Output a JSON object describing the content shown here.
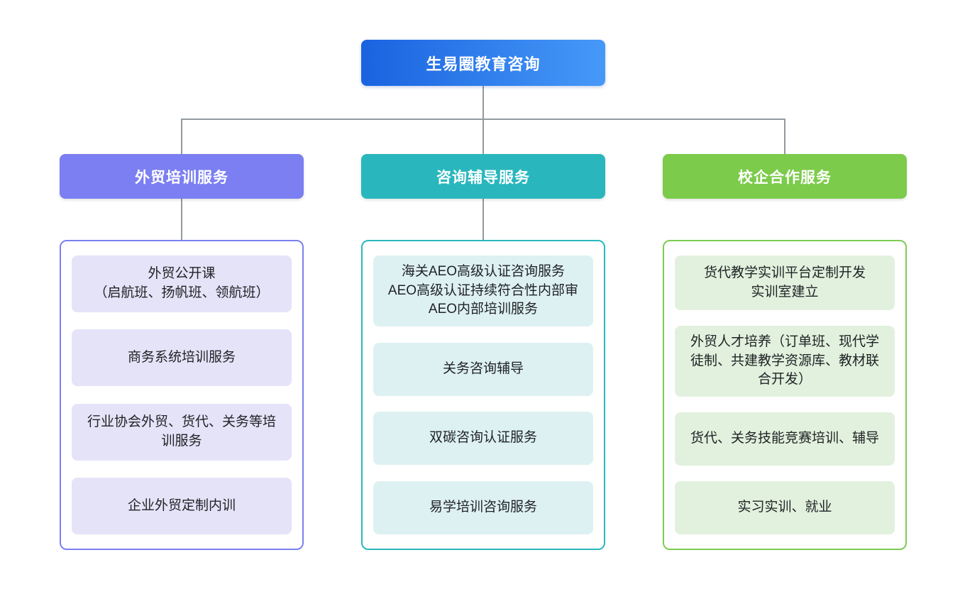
{
  "diagram": {
    "title": "生易圈教育咨询",
    "colors": {
      "root_gradient_start": "#1a63e0",
      "root_gradient_end": "#4699f8",
      "connector": "#939a9f",
      "branch_purple": "#7b7ff1",
      "branch_teal": "#29b7bd",
      "branch_green": "#7ccb4b",
      "item_bg_purple": "#e5e3f8",
      "item_bg_teal": "#def1f2",
      "item_bg_green": "#e1f1dd"
    },
    "root": {
      "label": "生易圈教育咨询"
    },
    "branches": [
      {
        "label": "外贸培训服务",
        "items": [
          "外贸公开课\n（启航班、扬帆班、领航班）",
          "商务系统培训服务",
          "行业协会外贸、货代、关务等培\n训服务",
          "企业外贸定制内训"
        ]
      },
      {
        "label": "咨询辅导服务",
        "items": [
          "海关AEO高级认证咨询服务\nAEO高级认证持续符合性内部审\nAEO内部培训服务",
          "关务咨询辅导",
          "双碳咨询认证服务",
          "易学培训咨询服务"
        ]
      },
      {
        "label": "校企合作服务",
        "items": [
          "货代教学实训平台定制开发\n实训室建立",
          "外贸人才培养（订单班、现代学\n徒制、共建教学资源库、教材联\n合开发）",
          "货代、关务技能竞赛培训、辅导",
          "实习实训、就业"
        ]
      }
    ]
  }
}
